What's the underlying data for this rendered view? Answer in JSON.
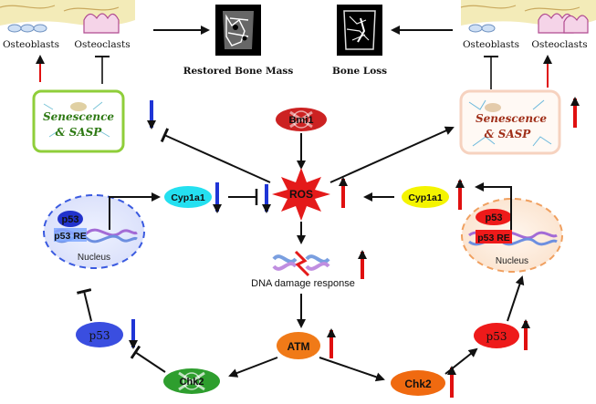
{
  "colors": {
    "green_box": "#8fce3a",
    "peach_box": "#f6d2bf",
    "red_arrow": "#e01010",
    "blue_arrow": "#1f35d6",
    "bmi1": "#cc2222",
    "ros": "#e41a1a",
    "cyp_left": "#24e0f0",
    "cyp_right": "#f4f400",
    "p53_left": "#3a4ee0",
    "p53_right": "#ee1a1a",
    "chk2_left": "#2e9e2e",
    "chk2_right": "#f06a10",
    "atm": "#f07a18",
    "senescence_left_text": "#2f7a15",
    "senescence_right_text": "#a0301a"
  },
  "top_left": {
    "osteoblasts": "Osteoblasts",
    "osteoclasts": "Osteoclasts"
  },
  "top_right": {
    "osteoblasts": "Osteoblasts",
    "osteoclasts": "Osteoclasts"
  },
  "bone_left": {
    "caption": "Restored Bone Mass"
  },
  "bone_right": {
    "caption": "Bone Loss"
  },
  "senescence_left": {
    "line1": "Senescence",
    "line2": "& SASP"
  },
  "senescence_right": {
    "line1": "Senescence",
    "line2": "& SASP"
  },
  "bmi1": {
    "label": "Bmi1"
  },
  "ros": {
    "label": "ROS"
  },
  "cyp_left": {
    "label": "Cyp1a1"
  },
  "cyp_right": {
    "label": "Cyp1a1"
  },
  "nucleus_left": {
    "p53": "p53",
    "re": "p53 RE",
    "name": "Nucleus"
  },
  "nucleus_right": {
    "p53": "p53",
    "re": "p53 RE",
    "name": "Nucleus"
  },
  "dna": {
    "label": "DNA damage response"
  },
  "atm": {
    "label": "ATM"
  },
  "chk2_left": {
    "label": "Chk2"
  },
  "chk2_right": {
    "label": "Chk2"
  },
  "p53_left": {
    "label": "p53"
  },
  "p53_right": {
    "label": "p53"
  }
}
